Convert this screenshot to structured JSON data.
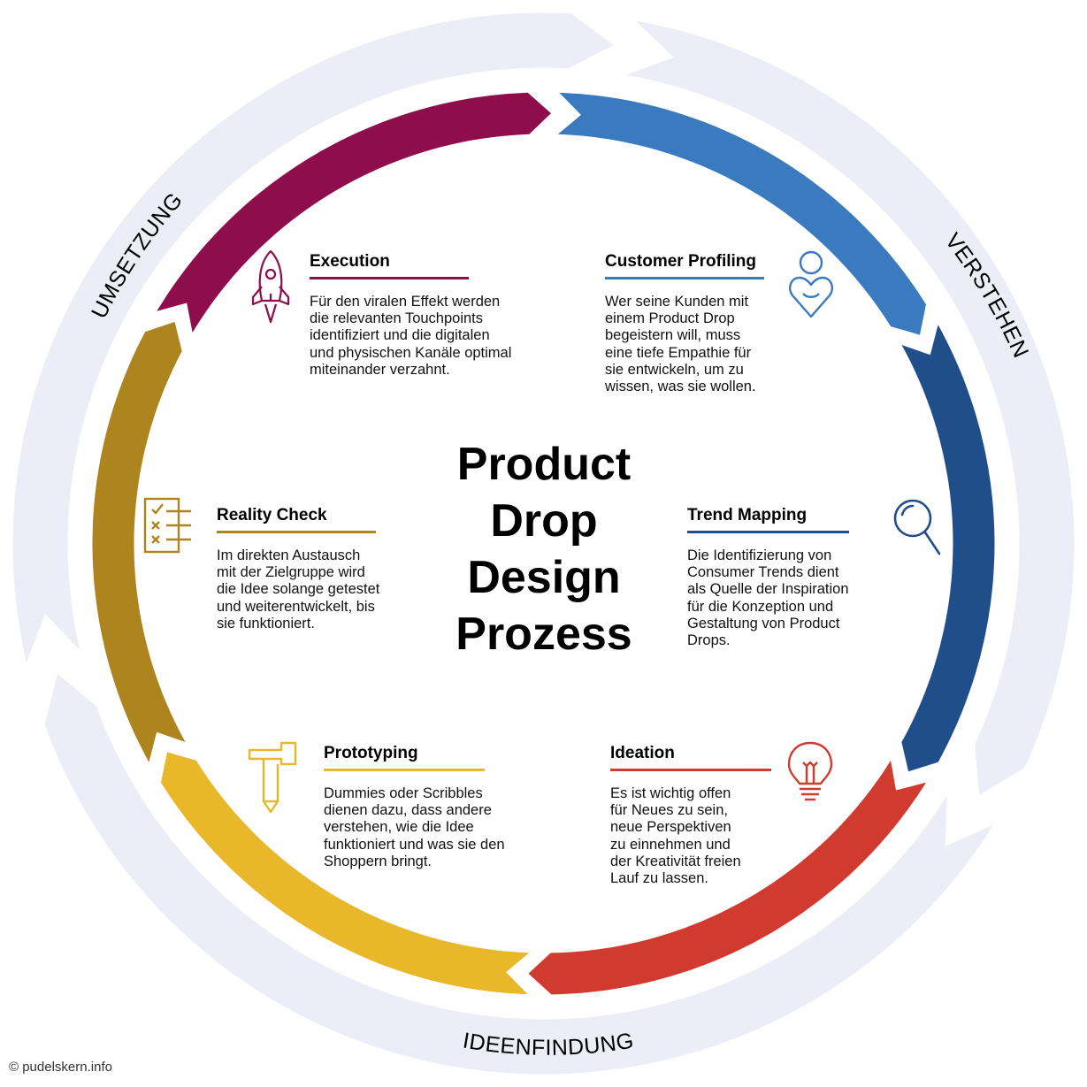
{
  "title_lines": [
    "Product",
    "Drop",
    "Design",
    "Prozess"
  ],
  "phases": {
    "verstehen": "VERSTEHEN",
    "ideenfindung": "IDEENFINDUNG",
    "umsetzung": "UMSETZUNG"
  },
  "steps": {
    "customer_profiling": {
      "title": "Customer Profiling",
      "text": "Wer seine Kunden mit\neinem Product Drop\nbegeistern will, muss\neine tiefe Empathie für\nsie entwickeln, um zu\nwissen, was sie wollen.",
      "color": "#3a7bbf",
      "icon": "person-heart-icon"
    },
    "trend_mapping": {
      "title": "Trend Mapping",
      "text": "Die Identifizierung von\nConsumer Trends dient\nals Quelle der Inspiration\nfür die Konzeption und\nGestaltung von Product\nDrops.",
      "color": "#1f4e8a",
      "icon": "magnifier-icon"
    },
    "ideation": {
      "title": "Ideation",
      "text": "Es ist wichtig offen\nfür Neues zu sein,\nneue Perspektiven\nzu einnehmen und\nder Kreativität freien\nLauf zu lassen.",
      "color": "#d13b2f",
      "icon": "lightbulb-icon"
    },
    "prototyping": {
      "title": "Prototyping",
      "text": "Dummies oder Scribbles\ndienen dazu, dass andere\nverstehen, wie die Idee\nfunktioniert und was sie den\nShoppern bringt.",
      "color": "#e8b82a",
      "icon": "hammer-icon"
    },
    "reality_check": {
      "title": "Reality Check",
      "text": "Im direkten Austausch\nmit der Zielgruppe wird\ndie Idee solange getestet\nund weiterentwickelt, bis\nsie funktioniert.",
      "color": "#ad841e",
      "icon": "checklist-icon"
    },
    "execution": {
      "title": "Execution",
      "text": "Für den viralen Effekt werden\ndie relevanten Touchpoints\nidentifiziert und die digitalen\nund physischen Kanäle optimal\nmiteinander verzahnt.",
      "color": "#8e0d4b",
      "icon": "rocket-icon"
    }
  },
  "colors": {
    "outer_ring": "#ecedf6",
    "blue": "#3a7bbf",
    "dark_blue": "#1f4e8a",
    "red": "#d13b2f",
    "yellow": "#e8b82a",
    "gold": "#ad841e",
    "magenta": "#8e0d4b"
  },
  "copyright": "© pudelskern.info"
}
